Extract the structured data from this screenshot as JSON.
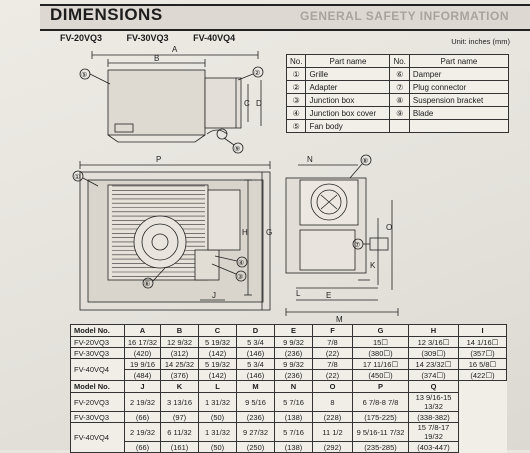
{
  "header": {
    "title": "DIMENSIONS",
    "ghost_text": "GENERAL SAFETY INFORMATION"
  },
  "models": [
    "FV-20VQ3",
    "FV-30VQ3",
    "FV-40VQ4"
  ],
  "unit_note": "Unit: inches (mm)",
  "parts": {
    "headers": [
      "No.",
      "Part name",
      "No.",
      "Part name"
    ],
    "rows": [
      {
        "n1": "①",
        "p1": "Grille",
        "n2": "⑥",
        "p2": "Damper"
      },
      {
        "n1": "②",
        "p1": "Adapter",
        "n2": "⑦",
        "p2": "Plug connector"
      },
      {
        "n1": "③",
        "p1": "Junction box",
        "n2": "⑧",
        "p2": "Suspension bracket"
      },
      {
        "n1": "④",
        "p1": "Junction box cover",
        "n2": "⑨",
        "p2": "Blade"
      },
      {
        "n1": "⑤",
        "p1": "Fan body",
        "n2": "",
        "p2": ""
      }
    ]
  },
  "drawing_labels": {
    "top": {
      "A": "A",
      "B": "B",
      "C": "C",
      "D": "D",
      "c5": "⑤",
      "c2": "②",
      "c9": "⑨"
    },
    "front": {
      "P": "P",
      "H": "H",
      "G": "G",
      "J": "J",
      "c1": "①",
      "c3": "③",
      "c4": "④",
      "c6": "⑥"
    },
    "side": {
      "N": "N",
      "O": "O",
      "K": "K",
      "L": "L",
      "E": "E",
      "M": "M",
      "c8": "⑧",
      "c7": "⑦"
    }
  },
  "dimension_table": {
    "header1": [
      "Model No.",
      "A",
      "B",
      "C",
      "D",
      "E",
      "F",
      "G",
      "H",
      "I"
    ],
    "block1": [
      [
        "FV-20VQ3",
        "16 17/32",
        "12 9/32",
        "5 19/32",
        "5 3/4",
        "9 9/32",
        "7/8",
        "15☐",
        "12 3/16☐",
        "14 1/16☐"
      ],
      [
        "FV-30VQ3",
        "(420)",
        "(312)",
        "(142)",
        "(146)",
        "(236)",
        "(22)",
        "(380☐)",
        "(309☐)",
        "(357☐)"
      ],
      [
        "FV-40VQ4",
        "19 9/16",
        "14 25/32",
        "5 19/32",
        "5 3/4",
        "9 9/32",
        "7/8",
        "17 11/16☐",
        "14 23/32☐",
        "16 5/8☐"
      ],
      [
        "",
        "(484)",
        "(376)",
        "(142)",
        "(146)",
        "(236)",
        "(22)",
        "(450☐)",
        "(374☐)",
        "(422☐)"
      ]
    ],
    "header2": [
      "Model No.",
      "J",
      "K",
      "L",
      "M",
      "N",
      "O",
      "P",
      "Q"
    ],
    "block2": [
      [
        "FV-20VQ3",
        "2 19/32",
        "3 13/16",
        "1 31/32",
        "9 5/16",
        "5 7/16",
        "8",
        "6 7/8-8 7/8",
        "13 9/16-15 13/32"
      ],
      [
        "FV-30VQ3",
        "(66)",
        "(97)",
        "(50)",
        "(236)",
        "(138)",
        "(228)",
        "(175-225)",
        "(338-382)"
      ],
      [
        "FV-40VQ4",
        "2 19/32",
        "6 11/32",
        "1 31/32",
        "9 27/32",
        "5 7/16",
        "11 1/2",
        "9 5/16-11 7/32",
        "15 7/8-17 19/32"
      ],
      [
        "",
        "(66)",
        "(161)",
        "(50)",
        "(250)",
        "(138)",
        "(292)",
        "(235-285)",
        "(403-447)"
      ]
    ]
  }
}
